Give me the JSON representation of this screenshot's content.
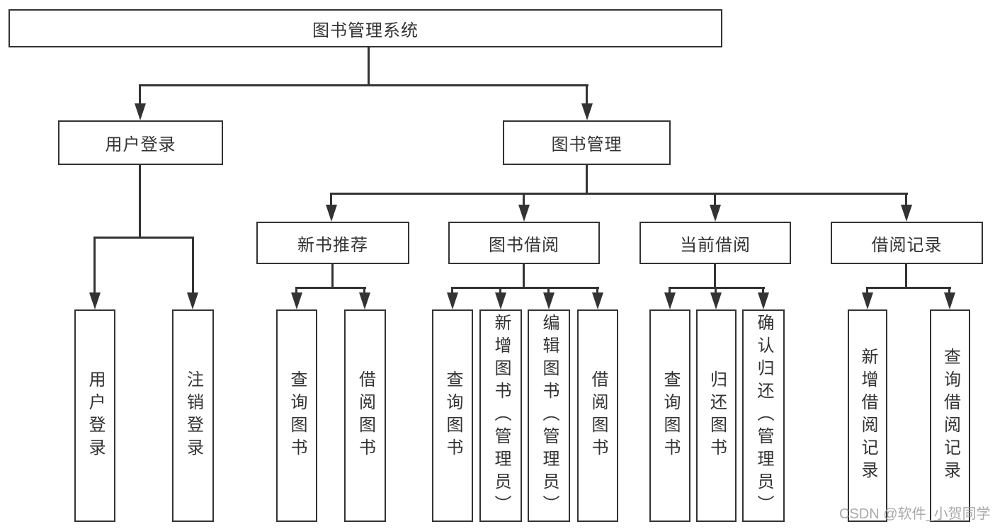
{
  "diagram": {
    "type": "tree",
    "line_color": "#333333",
    "box_border_color": "#333333",
    "box_background": "#ffffff",
    "text_color": "#333333",
    "root": {
      "label": "图书管理系统",
      "children": [
        {
          "label": "用户登录",
          "children": [
            {
              "label": "用户登录"
            },
            {
              "label": "注销登录"
            }
          ]
        },
        {
          "label": "图书管理",
          "children": [
            {
              "label": "新书推荐",
              "children": [
                {
                  "label": "查询图书"
                },
                {
                  "label": "借阅图书"
                }
              ]
            },
            {
              "label": "图书借阅",
              "children": [
                {
                  "label": "查询图书"
                },
                {
                  "label": "新增图书（管理员）"
                },
                {
                  "label": "编辑图书（管理员）"
                },
                {
                  "label": "借阅图书"
                }
              ]
            },
            {
              "label": "当前借阅",
              "children": [
                {
                  "label": "查询图书"
                },
                {
                  "label": "归还图书"
                },
                {
                  "label": "确认归还（管理员）"
                }
              ]
            },
            {
              "label": "借阅记录",
              "children": [
                {
                  "label": "新增借阅记录"
                },
                {
                  "label": "查询借阅记录"
                }
              ]
            }
          ]
        }
      ]
    }
  },
  "watermark": {
    "text": "CSDN @软件_小贺同学",
    "color": "#a2a2a2"
  }
}
